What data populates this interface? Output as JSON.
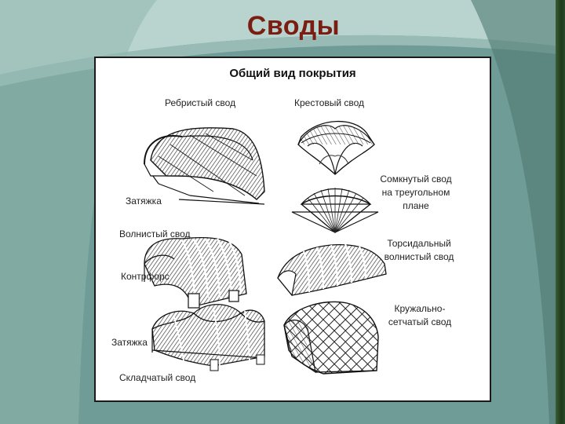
{
  "title": "Своды",
  "subtitle": "Общий вид покрытия",
  "labels": {
    "ribbed": "Ребристый свод",
    "cross": "Крестовый свод",
    "tie_top": "Затяжка",
    "closed": [
      "Сомкнутый свод",
      "на треугольном",
      "плане"
    ],
    "wavy": "Волнистый свод",
    "buttress": "Контрфорс",
    "torsoidal": [
      "Торсидальный",
      "волнистый свод"
    ],
    "lace": [
      "Кружально-",
      "сетчатый свод"
    ],
    "tie_bottom": "Затяжка",
    "folded": "Складчатый свод"
  },
  "colors": {
    "title": "#7a1d12",
    "background": "#6e9b95",
    "frame_border": "#1a1a1a"
  }
}
